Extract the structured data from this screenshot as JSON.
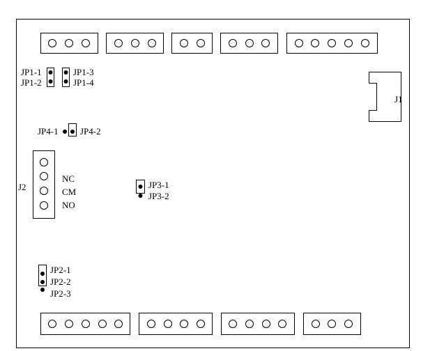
{
  "labels": {
    "jp1_1": "JP1-1",
    "jp1_2": "JP1-2",
    "jp1_3": "JP1-3",
    "jp1_4": "JP1-4",
    "j1": "J1",
    "jp4_1": "JP4-1",
    "jp4_2": "JP4-2",
    "j2": "J2",
    "nc": "NC",
    "cm": "CM",
    "no": "NO",
    "jp3_1": "JP3-1",
    "jp3_2": "JP3-2",
    "jp2_1": "JP2-1",
    "jp2_2": "JP2-2",
    "jp2_3": "JP2-3"
  },
  "connectors": {
    "top": [
      {
        "name": "top-connector-1",
        "pins": 3
      },
      {
        "name": "top-connector-2",
        "pins": 3
      },
      {
        "name": "top-connector-3",
        "pins": 2
      },
      {
        "name": "top-connector-4",
        "pins": 3
      },
      {
        "name": "top-connector-5",
        "pins": 5
      }
    ],
    "bottom": [
      {
        "name": "bottom-connector-1",
        "pins": 5
      },
      {
        "name": "bottom-connector-2",
        "pins": 4
      },
      {
        "name": "bottom-connector-3",
        "pins": 4
      },
      {
        "name": "bottom-connector-4",
        "pins": 3
      }
    ],
    "j2_pins": 4
  }
}
